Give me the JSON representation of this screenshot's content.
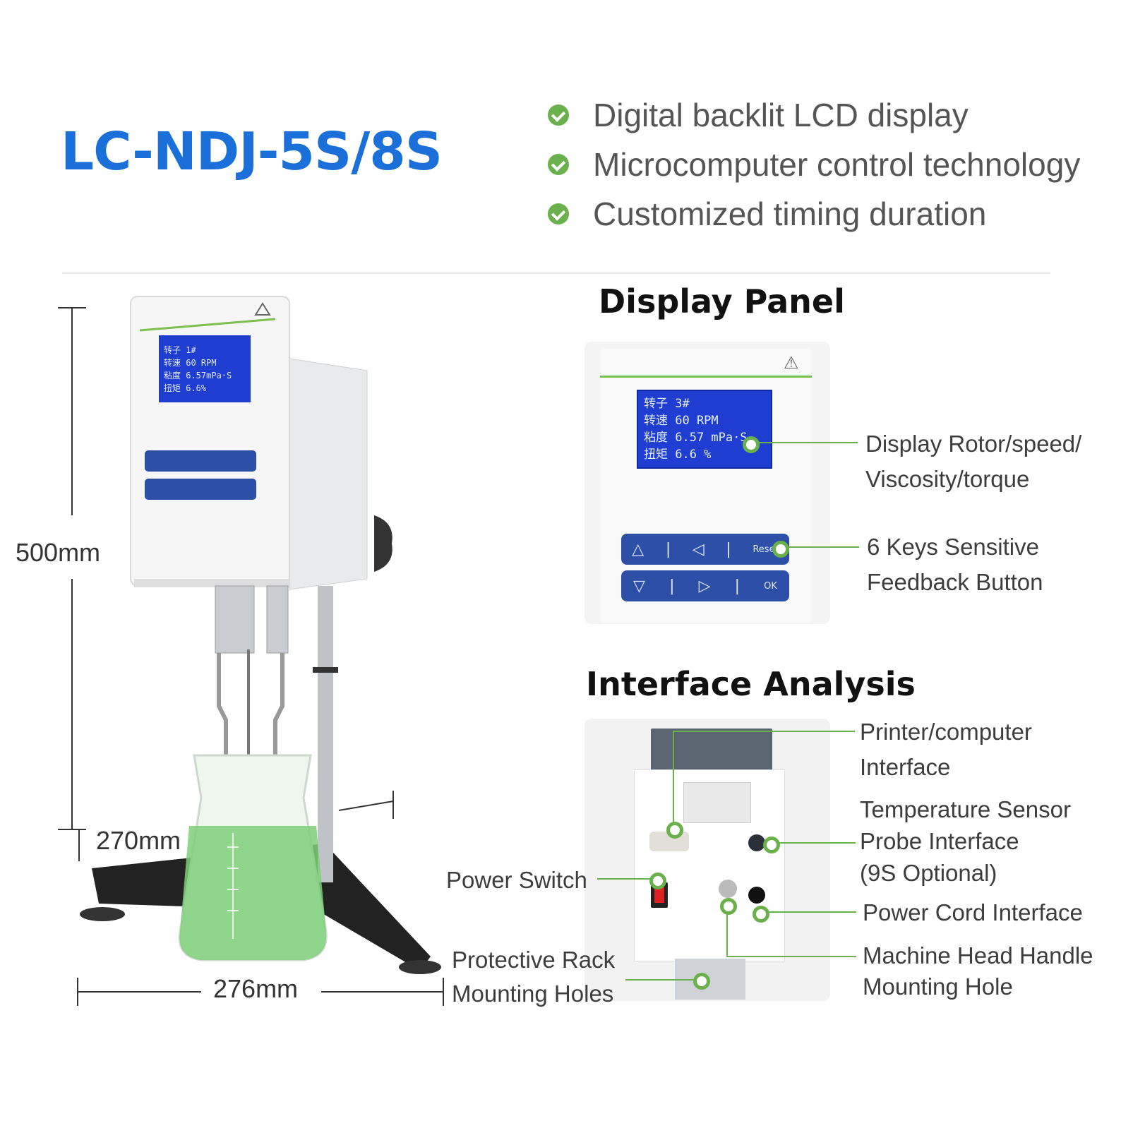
{
  "title": "LC-NDJ-5S/8S",
  "features": [
    "Digital backlit LCD display",
    "Microcomputer control technology",
    "Customized timing duration"
  ],
  "dimensions": {
    "height": "500mm",
    "depth": "270mm",
    "width": "276mm"
  },
  "display_panel": {
    "title": "Display Panel",
    "lcd_lines": [
      "转子  3#",
      "转速  60  RPM",
      "粘度 6.57 mPa·S",
      "扭矩  6.6 %"
    ],
    "keys_row1": [
      "△",
      "|",
      "◁",
      "|",
      "Reset"
    ],
    "keys_row2": [
      "▽",
      "|",
      "▷",
      "|",
      "OK"
    ],
    "callout_display": [
      "Display Rotor/speed/",
      "Viscosity/torque"
    ],
    "callout_keys": [
      "6 Keys Sensitive",
      "Feedback Button"
    ]
  },
  "interface_analysis": {
    "title": "Interface Analysis",
    "printer": [
      "Printer/computer",
      "Interface"
    ],
    "temp_sensor": [
      "Temperature Sensor",
      "Probe Interface",
      "(9S Optional)"
    ],
    "power_switch": "Power Switch",
    "power_cord": "Power Cord Interface",
    "protective_rack": [
      "Protective Rack",
      "Mounting Holes"
    ],
    "machine_head": [
      "Machine Head Handle",
      "Mounting Hole"
    ]
  },
  "colors": {
    "title_blue": "#1a6fd8",
    "accent_green": "#6ab04c",
    "lcd_blue": "#1f3ed1",
    "liquid_green": "#7fcf7a"
  }
}
